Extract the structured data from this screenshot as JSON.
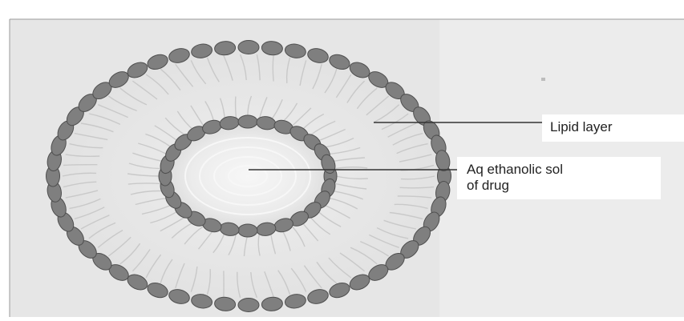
{
  "diagram": {
    "labels": {
      "lipid_layer": "Lipid layer",
      "drug_line1": "Aq ethanolic sol",
      "drug_line2": "of drug"
    },
    "colors": {
      "panel_background": "#e6e6e6",
      "right_panel_background": "#ececec",
      "head_fill": "#7f7f7f",
      "head_stroke": "#4f4f4f",
      "tail_color": "#c9c9c9",
      "core_swirl": "#f7f7f7",
      "leader_line": "#333333"
    },
    "components": [
      "outer-lipid-head-ring",
      "inner-lipid-head-ring",
      "lipid-tails",
      "aqueous-core"
    ]
  }
}
